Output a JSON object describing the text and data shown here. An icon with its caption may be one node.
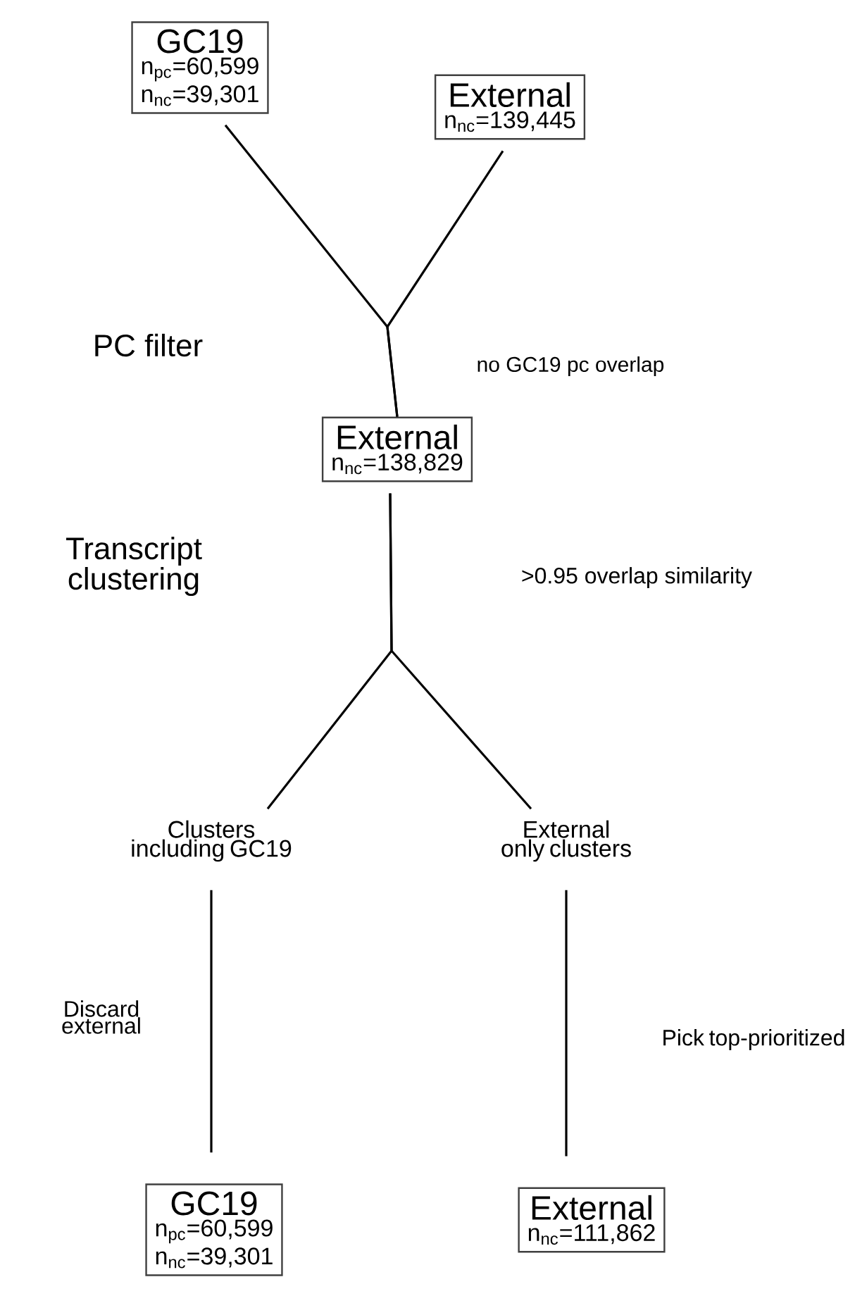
{
  "diagram": {
    "nodes": [
      {
        "text": [
          "GC19",
          "n$_{pc}$=60,599",
          "n$_{nc}$=39,301"
        ]
      },
      {
        "text": [
          "External",
          "n$_{nc}$=139,445"
        ]
      },
      {
        "text": [
          "External",
          "n$_{nc}$=138,829"
        ]
      },
      {
        "text": [
          "Clusters including GC19"
        ]
      },
      {
        "text": [
          "External only clusters"
        ]
      },
      {
        "text": [
          "GC19",
          "n$_{pc}$=60,599",
          "n$_{nc}$=39,301"
        ]
      },
      {
        "text": [
          "External",
          "n$_{nc}$=111,862"
        ]
      }
    ],
    "edges": [
      {
        "from": 0,
        "to": 2,
        "arrow": "none"
      },
      {
        "from": 1,
        "to": 2,
        "arrow": "none"
      },
      {
        "from": 2,
        "to": 3,
        "arrow": "none"
      },
      {
        "from": 2,
        "to": 4,
        "arrow": "none"
      },
      {
        "from": 3,
        "to": 5,
        "arrow": "none"
      },
      {
        "from": 4,
        "to": 6,
        "arrow": "none"
      }
    ],
    "labels": [
      "PC filter",
      "no GC19 pc overlap",
      "Transcript clustering",
      ">0.95 overlap similarity",
      "Discard external",
      "Pick top-prioritized"
    ]
  }
}
